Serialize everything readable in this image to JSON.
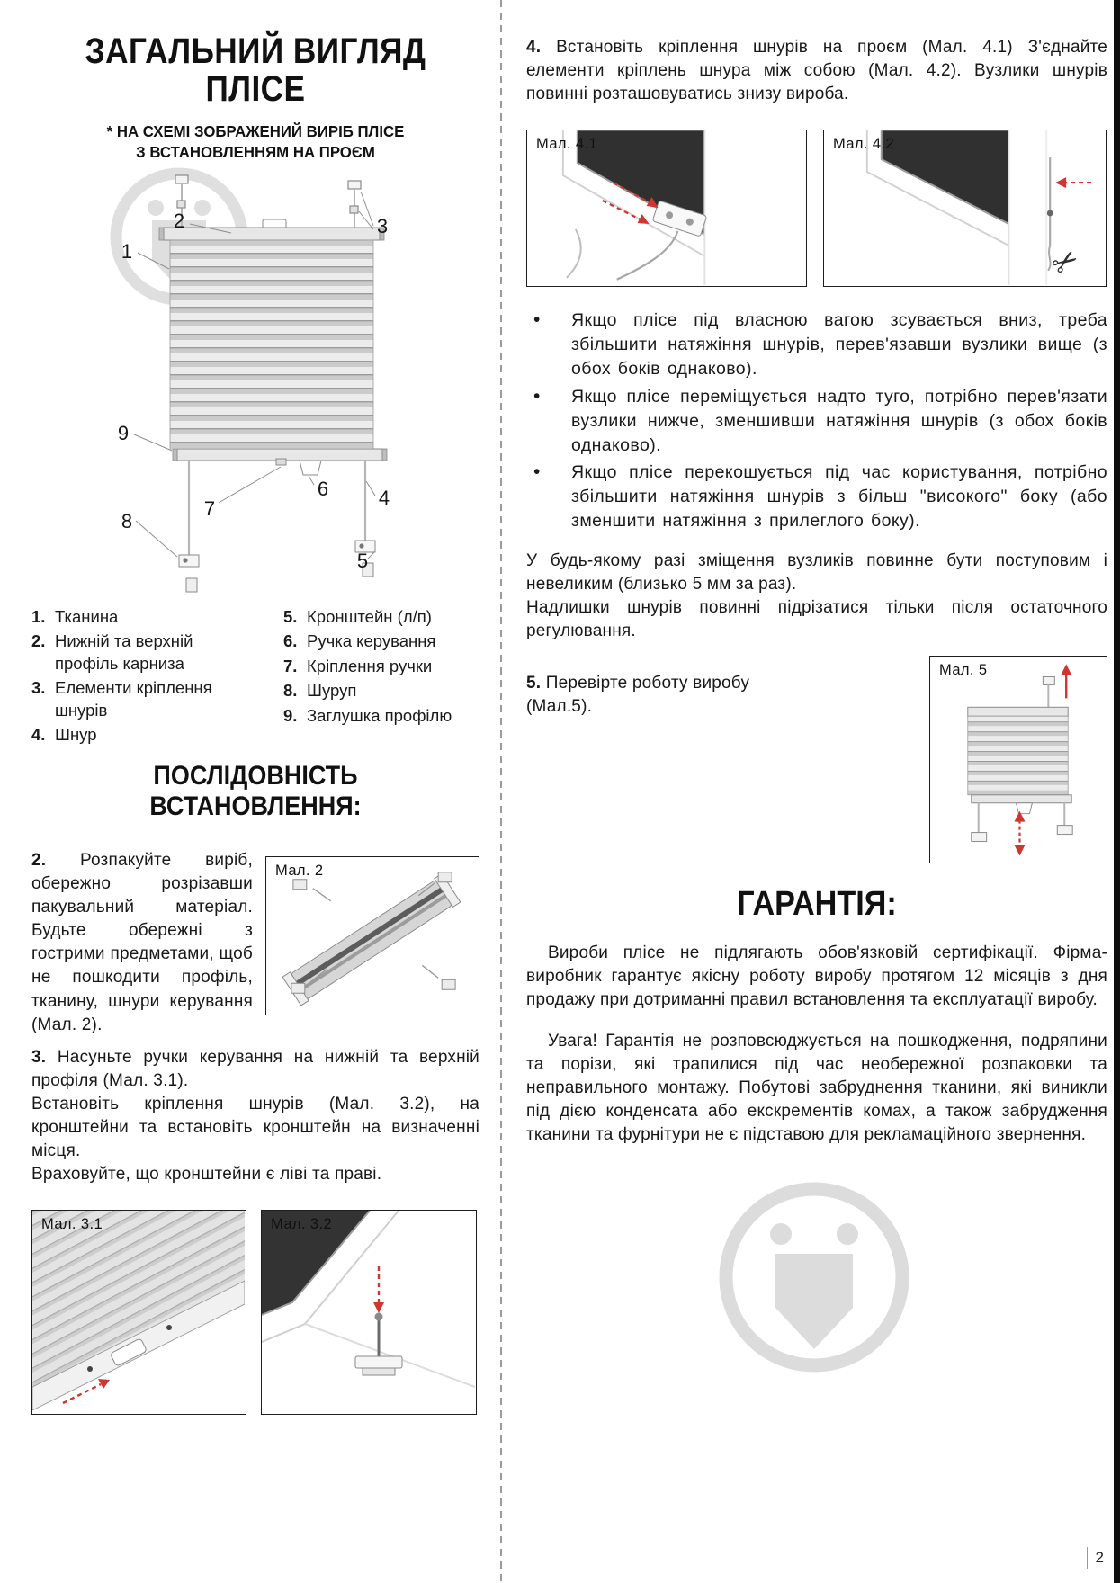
{
  "page": {
    "number": "2"
  },
  "left": {
    "title_line1": "ЗАГАЛЬНИЙ ВИГЛЯД",
    "title_line2": "ПЛІСЕ",
    "subtitle_line1": "* НА СХЕМІ ЗОБРАЖЕНИЙ ВИРІБ ПЛІСЕ",
    "subtitle_line2": "З ВСТАНОВЛЕННЯМ НА ПРОЄМ",
    "callouts": [
      "1",
      "2",
      "3",
      "4",
      "5",
      "6",
      "7",
      "8",
      "9"
    ],
    "legend_left": [
      {
        "num": "1.",
        "text": "Тканина"
      },
      {
        "num": "2.",
        "text": "Нижній та верхній профіль карниза"
      },
      {
        "num": "3.",
        "text": "Елементи кріплення шнурів"
      },
      {
        "num": "4.",
        "text": "Шнур"
      }
    ],
    "legend_right": [
      {
        "num": "5.",
        "text": "Кронштейн (л/п)"
      },
      {
        "num": "6.",
        "text": "Ручка керування"
      },
      {
        "num": "7.",
        "text": "Кріплення ручки"
      },
      {
        "num": "8.",
        "text": "Шуруп"
      },
      {
        "num": "9.",
        "text": "Заглушка профілю"
      }
    ],
    "sequence_heading": "ПОСЛІДОВНІСТЬ ВСТАНОВЛЕННЯ:",
    "step2_num": "2.",
    "step2_text": "Розпакуйте виріб, обережно розрізавши пакувальний матеріал. Будьте обережні з гострими предметами, щоб не пошкодити профіль, тканину, шнури керування (Мал. 2).",
    "fig2_label": "Мал. 2",
    "step3_num": "3.",
    "step3_text1": "Насуньте ручки керування на нижній та верхній профіля (Мал. 3.1).",
    "step3_text2": "Встановіть кріплення шнурів (Мал. 3.2), на кронштейни та встановіть кронштейн на визначенні місця.",
    "step3_text3": "Враховуйте, що кронштейни є ліві та праві.",
    "fig31_label": "Мал. 3.1",
    "fig32_label": "Мал. 3.2"
  },
  "right": {
    "step4_num": "4.",
    "step4_text": "Встановіть кріплення шнурів на проєм (Мал. 4.1) З'єднайте елементи кріплень шнура між собою (Мал. 4.2). Вузлики шнурів повинні розташовуватись знизу вироба.",
    "fig41_label": "Мал. 4.1",
    "fig42_label": "Мал. 4.2",
    "bullets": [
      "Якщо плісе під власною вагою зсувається вниз, треба збільшити натяжіння шнурів, перев'язавши вузлики вище (з обох боків однаково).",
      "Якщо плісе переміщується надто туго, потрібно перев'язати вузлики нижче, зменшивши натяжіння шнурів (з обох боків однаково).",
      "Якщо плісе перекошується під час користування, потрібно збільшити натяжіння шнурів з більш \"високого\" боку (або зменшити натяжіння з прилеглого боку)."
    ],
    "note1": "У будь-якому разі зміщення вузликів повинне бути поступовим і невеликим (близько 5 мм за раз).",
    "note2": "Надлишки шнурів повинні підрізатися тільки після остаточного регулювання.",
    "step5_num": "5.",
    "step5_text": "Перевірте роботу виробу (Мал.5).",
    "fig5_label": "Мал. 5",
    "warranty_heading": "ГАРАНТІЯ:",
    "warranty_p1": "Вироби плісе не підлягають обов'язковій сертифікації. Фірма-виробник гарантує якісну роботу виробу протягом 12 місяців з дня продажу при дотриманні правил встановлення та експлуатації виробу.",
    "warranty_p2": "Увага! Гарантія не розповсюджується на пошкодження, подряпини та порізи, які трапилися під час необережної розпаковки та неправильного монтажу. Побутові забруднення тканини, які виникли під дією конденсата або екскрементів комах, а також забрудження тканини та фурнітури не є підставою для рекламаційного звернення."
  }
}
